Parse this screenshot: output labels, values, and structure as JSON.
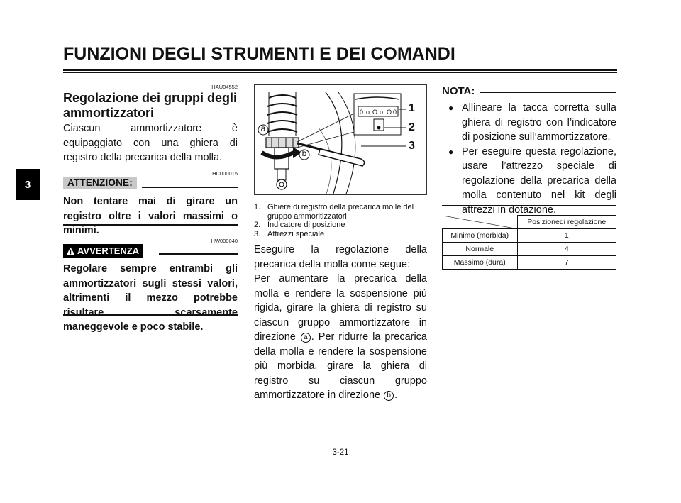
{
  "header": {
    "title": "FUNZIONI DEGLI STRUMENTI E DEI COMANDI"
  },
  "chapter_tab": "3",
  "left": {
    "code": "HAU04552",
    "title": "Regolazione dei gruppi degli ammortizzatori",
    "intro": "Ciascun ammortizzatore è equipaggiato con una ghiera di registro della precarica della molla.",
    "attention_code": "HC000015",
    "attention_label": "ATTENZIONE:",
    "attention_text": "Non tentare mai di girare un registro oltre i valori massimi o minimi.",
    "warning_code": "HW000040",
    "warning_label": "AVVERTENZA",
    "warning_text": "Regolare sempre entrambi gli ammortizzatori sugli stessi valori, altrimenti il mezzo potrebbe risultare scarsamente maneggevole e poco stabile."
  },
  "figure": {
    "callouts": [
      "1",
      "2",
      "3"
    ],
    "direction_a": "a",
    "direction_b": "b"
  },
  "captions": [
    {
      "num": "1.",
      "text": "Ghiere di registro della precarica molle del gruppo ammoritizzatori"
    },
    {
      "num": "2.",
      "text": "Indicatore di posizione"
    },
    {
      "num": "3.",
      "text": "Attrezzi speciale"
    }
  ],
  "middle": {
    "p1": "Eseguire la regolazione della precarica della molla come segue:",
    "p2_a": "Per aumentare la precarica della molla e rendere la sospensione più rigida, girare la ghiera di registro su ciascun gruppo ammortizzatore in direzione",
    "p2_b": ". Per ridurre la precarica della molla e rendere la sospensione più morbida, girare la ghiera di registro su ciascun gruppo ammortizzatore in direzione",
    "p2_c": "."
  },
  "nota": {
    "label": "NOTA:",
    "items": [
      "Allineare la tacca corretta sulla ghiera di registro con l’indicatore di posizione sull’ammortizzatore.",
      "Per eseguire questa regolazione, usare l’attrezzo speciale di regolazione della precarica della molla contenuto nel kit degli attrezzi in dotazione."
    ]
  },
  "table": {
    "header": "Posizionedi regolazione",
    "rows": [
      {
        "label": "Minimo (morbida)",
        "value": "1"
      },
      {
        "label": "Normale",
        "value": "4"
      },
      {
        "label": "Massimo (dura)",
        "value": "7"
      }
    ]
  },
  "page_number": "3-21"
}
